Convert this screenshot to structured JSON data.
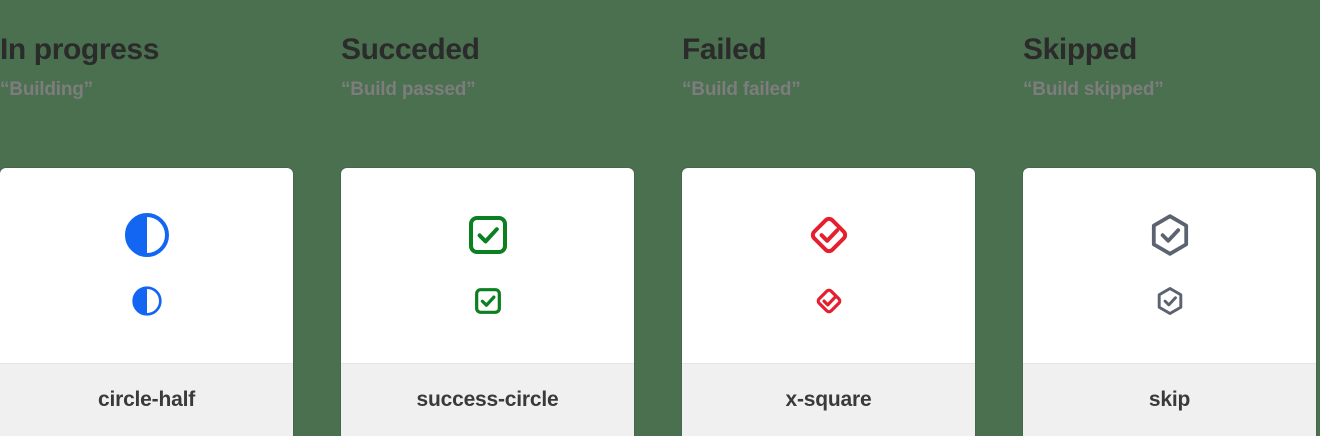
{
  "background_color": "#4a7050",
  "columns": [
    {
      "title": "In progress",
      "subtitle": "“Building”",
      "icon_name": "circle-half",
      "icon_label": "circle-half",
      "icon_color": "#1266f1"
    },
    {
      "title": "Succeded",
      "subtitle": "“Build passed”",
      "icon_name": "success-circle",
      "icon_label": "success-circle",
      "icon_color": "#0a8020"
    },
    {
      "title": "Failed",
      "subtitle": "“Build failed”",
      "icon_name": "x-square",
      "icon_label": "x-square",
      "icon_color": "#e5202e"
    },
    {
      "title": "Skipped",
      "subtitle": "“Build skipped”",
      "icon_name": "skip",
      "icon_label": "skip",
      "icon_color": "#5c6370"
    }
  ],
  "text_colors": {
    "title": "#2b2b2b",
    "subtitle": "#7d7d7d",
    "label": "#3a3a3a"
  }
}
